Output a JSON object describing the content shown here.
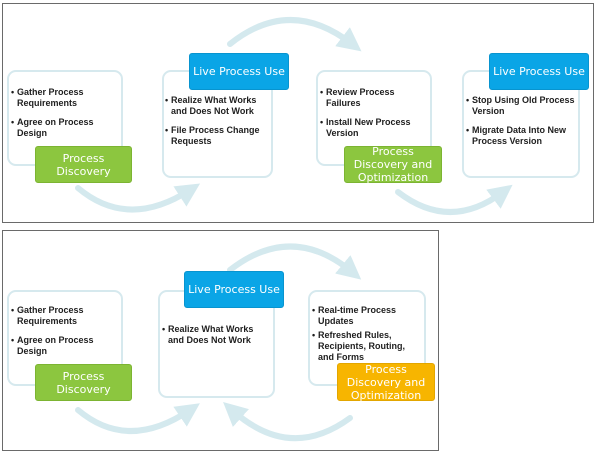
{
  "top": {
    "stage1": {
      "bullets": [
        "Gather Process Requirements",
        "Agree on Process Design"
      ],
      "label": "Process Discovery"
    },
    "stage2": {
      "bullets": [
        "Realize What Works and Does Not Work",
        "File Process Change Requests"
      ],
      "label": "Live Process Use"
    },
    "stage3": {
      "bullets": [
        "Review Process Failures",
        "Install New Process Version"
      ],
      "label": "Process Discovery and Optimization"
    },
    "stage4": {
      "bullets": [
        "Stop Using Old Process Version",
        "Migrate Data Into New Process Version"
      ],
      "label": "Live Process Use"
    }
  },
  "bottom": {
    "stage1": {
      "bullets": [
        "Gather Process Requirements",
        "Agree on Process Design"
      ],
      "label": "Process Discovery"
    },
    "stage2": {
      "bullets": [
        "Realize What Works and Does Not Work"
      ],
      "label": "Live Process Use"
    },
    "stage3": {
      "bullets": [
        "Real-time Process Updates",
        "Refreshed Rules, Recipients, Routing, and Forms"
      ],
      "label": "Process Discovery and Optimization"
    }
  },
  "colors": {
    "discovery": "#8cc63f",
    "live_use": "#0aa5e6",
    "optimization_top": "#8cc63f",
    "optimization_bottom": "#f7b500",
    "arrow": "#d4e9ee",
    "card_border": "#d6e9ee"
  }
}
